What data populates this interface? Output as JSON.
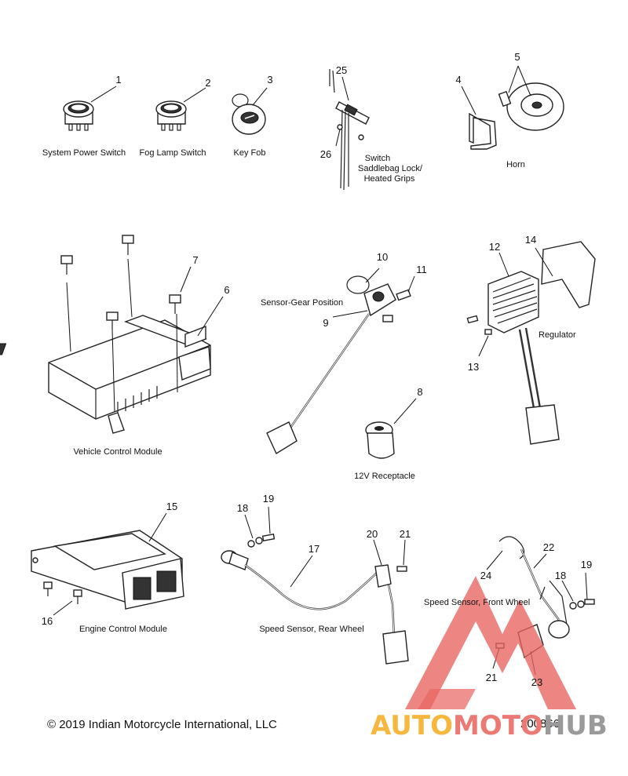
{
  "parts": [
    {
      "num": "1",
      "label": "System Power Switch"
    },
    {
      "num": "2",
      "label": "Fog Lamp Switch"
    },
    {
      "num": "3",
      "label": "Key Fob"
    },
    {
      "num": "4"
    },
    {
      "num": "5",
      "label": "Horn"
    },
    {
      "num": "6",
      "label": "Vehicle Control Module"
    },
    {
      "num": "7"
    },
    {
      "num": "8",
      "label": "12V Receptacle"
    },
    {
      "num": "9"
    },
    {
      "num": "10",
      "label": "Sensor-Gear Position"
    },
    {
      "num": "11"
    },
    {
      "num": "12",
      "label": "Regulator"
    },
    {
      "num": "13"
    },
    {
      "num": "14"
    },
    {
      "num": "15",
      "label": "Engine Control Module"
    },
    {
      "num": "16"
    },
    {
      "num": "17",
      "label": "Speed Sensor, Rear Wheel"
    },
    {
      "num": "18"
    },
    {
      "num": "19"
    },
    {
      "num": "20"
    },
    {
      "num": "21"
    },
    {
      "num": "22",
      "label": "Speed Sensor, Front Wheel"
    },
    {
      "num": "23"
    },
    {
      "num": "24"
    },
    {
      "num": "25",
      "label_lines": [
        "Switch",
        "Saddlebag Lock/",
        "Heated Grips"
      ]
    },
    {
      "num": "26"
    }
  ],
  "secondary_numbers": {
    "n18b": "18",
    "n19b": "19",
    "n21b": "21"
  },
  "footer": {
    "copyright": "© 2019 Indian Motorcycle International, LLC",
    "diagram_id": "200866"
  },
  "watermark": {
    "part_a": "AUTO",
    "part_b": "MOTO",
    "part_c": "HUB",
    "colors": {
      "a": "#f5b73d",
      "b": "#ec7a74",
      "c": "#9a9a9a",
      "triangle": "#e8645f"
    }
  }
}
